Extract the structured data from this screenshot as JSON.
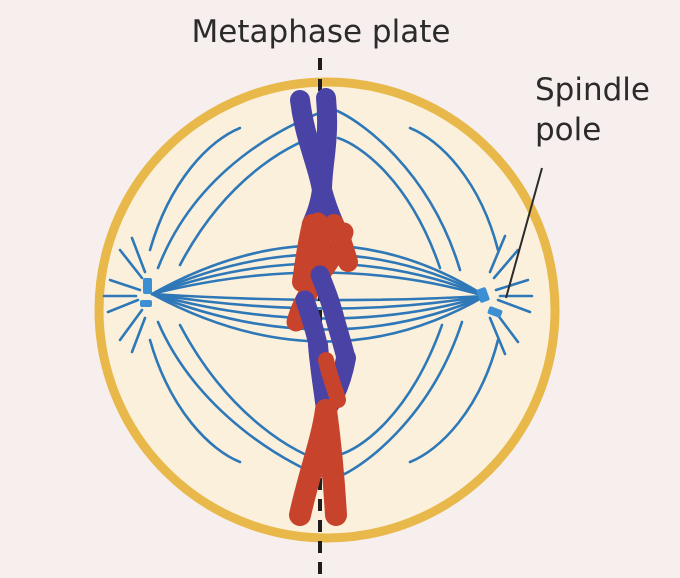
{
  "labels": {
    "metaphase_plate": "Metaphase plate",
    "spindle_pole_line1": "Spindle",
    "spindle_pole_line2": "pole"
  },
  "colors": {
    "background": "#f7efee",
    "cell_fill": "#fbf0dc",
    "cell_membrane": "#e8b84a",
    "spindle_fibers": "#2e78b8",
    "centrosome": "#3d8fd4",
    "chromosome_blue": "#4a43a6",
    "chromosome_red": "#c8432c",
    "plate_line": "#1e1e1e",
    "text": "#2b2b2b"
  }
}
